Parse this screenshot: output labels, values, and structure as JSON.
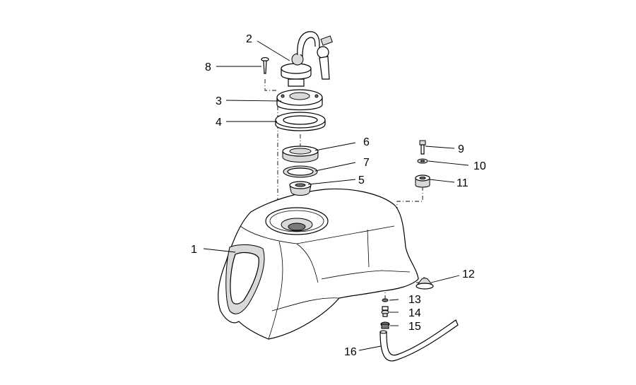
{
  "callouts": [
    {
      "id": "1",
      "label": "1"
    },
    {
      "id": "2",
      "label": "2"
    },
    {
      "id": "3",
      "label": "3"
    },
    {
      "id": "4",
      "label": "4"
    },
    {
      "id": "5",
      "label": "5"
    },
    {
      "id": "6",
      "label": "6"
    },
    {
      "id": "7",
      "label": "7"
    },
    {
      "id": "8",
      "label": "8"
    },
    {
      "id": "9",
      "label": "9"
    },
    {
      "id": "10",
      "label": "10"
    },
    {
      "id": "11",
      "label": "11"
    },
    {
      "id": "12",
      "label": "12"
    },
    {
      "id": "13",
      "label": "13"
    },
    {
      "id": "14",
      "label": "14"
    },
    {
      "id": "15",
      "label": "15"
    },
    {
      "id": "16",
      "label": "16"
    }
  ],
  "colors": {
    "line": "#000000",
    "background": "#ffffff",
    "shade": "#d9d9d9"
  }
}
